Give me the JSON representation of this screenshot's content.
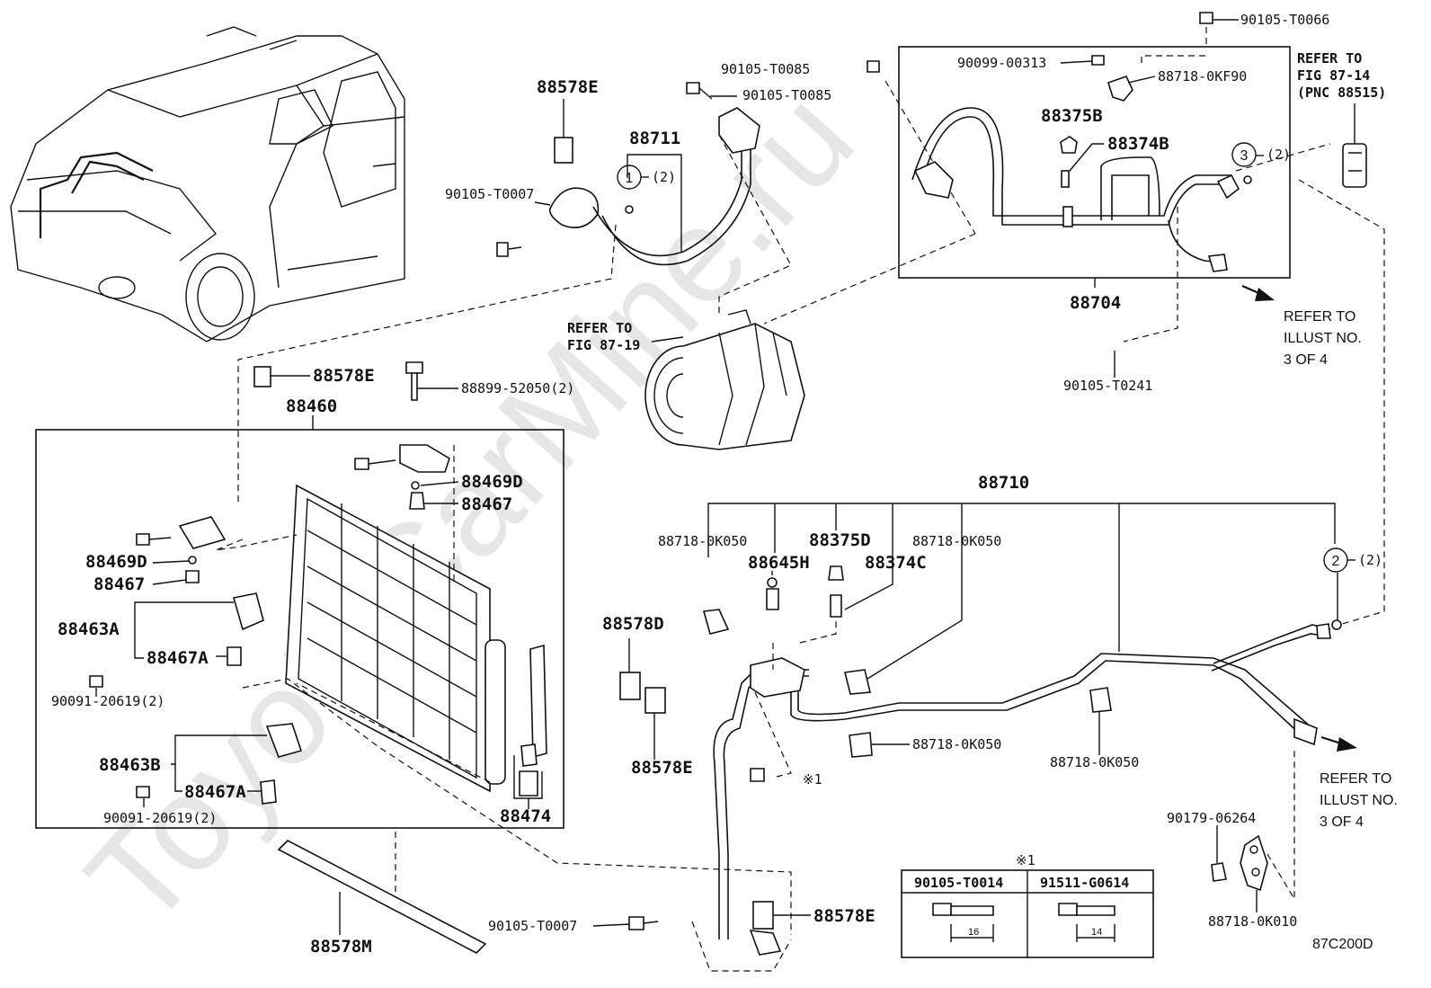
{
  "watermark": "ToyotaCarMine.ru",
  "diagram_code": "87C200D",
  "refer_notes": {
    "fig_87_14": [
      "REFER TO",
      "FIG 87-14",
      "(PNC 88515)"
    ],
    "fig_87_19": [
      "REFER TO",
      "FIG 87-19"
    ],
    "illust_top": [
      "REFER TO",
      "ILLUST NO.",
      "3 OF 4"
    ],
    "illust_bottom": [
      "REFER TO",
      "ILLUST NO.",
      "3 OF 4"
    ]
  },
  "labels": {
    "p88578E_top": "88578E",
    "p88711": "88711",
    "p90105_T0007_top": "90105-T0007",
    "p90105_T0085_a": "90105-T0085",
    "p90105_T0085_b": "90105-T0085",
    "p90105_T0066": "90105-T0066",
    "p90099_00313": "90099-00313",
    "p88718_0KF90": "88718-0KF90",
    "p88375B": "88375B",
    "p88374B": "88374B",
    "p88704": "88704",
    "p90105_T0241": "90105-T0241",
    "p88578E_mid": "88578E",
    "p88899_52050": "88899-52050(2)",
    "p88460": "88460",
    "p88469D_a": "88469D",
    "p88467_a": "88467",
    "p88469D_b": "88469D",
    "p88467_b": "88467",
    "p88463A": "88463A",
    "p88467A_a": "88467A",
    "p90091_20619_a": "90091-20619(2)",
    "p88463B": "88463B",
    "p88467A_b": "88467A",
    "p90091_20619_b": "90091-20619(2)",
    "p88474": "88474",
    "p88578M": "88578M",
    "p88710": "88710",
    "p88718_0K050_a": "88718-0K050",
    "p88645H": "88645H",
    "p88375D": "88375D",
    "p88374C": "88374C",
    "p88718_0K050_b": "88718-0K050",
    "p88578D": "88578D",
    "p88578E_low": "88578E",
    "p88718_0K050_c": "88718-0K050",
    "p88718_0K050_d": "88718-0K050",
    "p_note1_bolt": "※1",
    "p90105_T0007_bot": "90105-T0007",
    "p88578E_bot": "88578E",
    "p90179_06264": "90179-06264",
    "p88718_0K010": "88718-0K010"
  },
  "callouts": {
    "c1": {
      "num": "1",
      "qty": "(2)"
    },
    "c2": {
      "num": "2",
      "qty": "(2)"
    },
    "c3": {
      "num": "3",
      "qty": "(2)"
    }
  },
  "legend": {
    "marker": "※1",
    "columns": [
      {
        "part": "90105-T0014",
        "dim": "16"
      },
      {
        "part": "91511-G0614",
        "dim": "14"
      }
    ]
  }
}
